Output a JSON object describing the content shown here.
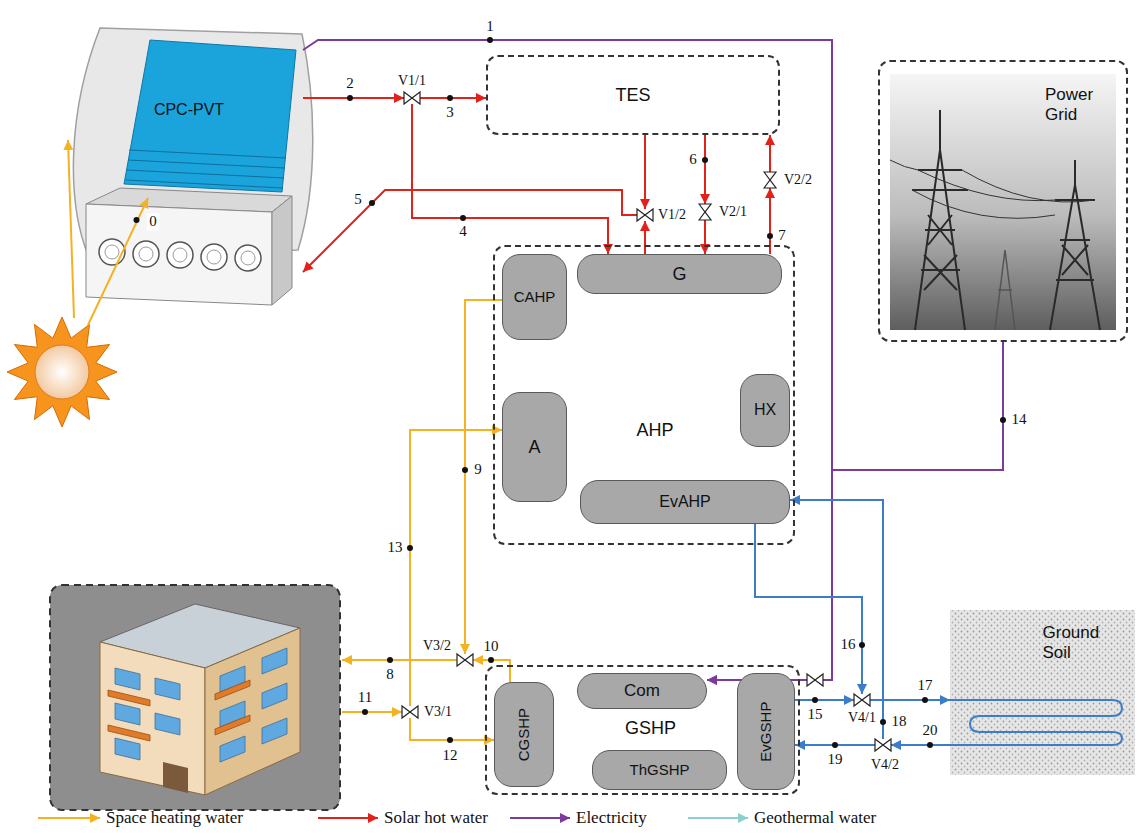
{
  "diagram": {
    "nodes": [
      {
        "text": [
          "CPC-PVT"
        ]
      },
      {
        "text": [
          "TES"
        ]
      },
      {
        "text": [
          "AHP"
        ]
      },
      {
        "text": [
          "G"
        ],
        "in": 2
      },
      {
        "text": [
          "CAHP"
        ],
        "in": 2
      },
      {
        "text": [
          "HX"
        ],
        "in": 2
      },
      {
        "text": [
          "A"
        ],
        "in": 2
      },
      {
        "text": [
          "EvAHP"
        ],
        "in": 2
      },
      {
        "text": [
          "Power Grid"
        ]
      },
      {
        "text": [
          "GSHP"
        ]
      },
      {
        "text": [
          "Com"
        ],
        "in": 9
      },
      {
        "text": [
          "CGSHP"
        ],
        "in": 9
      },
      {
        "text": [
          "EvGSHP"
        ],
        "in": 9
      },
      {
        "text": [
          "ThGSHP"
        ],
        "in": 9
      },
      {
        "text": [
          "Ground Soil"
        ]
      },
      {
        "text": [
          "V1/1"
        ]
      },
      {
        "text": [
          "V1/2"
        ]
      },
      {
        "text": [
          "V2/1"
        ]
      },
      {
        "text": [
          "V2/2"
        ]
      },
      {
        "text": [
          "V3/2"
        ]
      },
      {
        "text": [
          "V3/1"
        ]
      },
      {
        "text": [
          "V4/1"
        ]
      },
      {
        "text": [
          "V4/2"
        ]
      }
    ],
    "edges": [
      {
        "from": 0,
        "to": 15,
        "label": "2",
        "arrow": "to"
      },
      {
        "from": 15,
        "to": 1,
        "label": "3",
        "arrow": "to"
      },
      {
        "from": 15,
        "to": 3,
        "label": "4",
        "arrow": "to"
      },
      {
        "from": 1,
        "to": 16,
        "arrow": "to"
      },
      {
        "from": 3,
        "to": 16,
        "arrow": "to"
      },
      {
        "from": 16,
        "to": 0,
        "label": "5",
        "arrow": "to"
      },
      {
        "from": 1,
        "to": 17,
        "label": "6",
        "arrow": "to"
      },
      {
        "from": 17,
        "to": 3,
        "arrow": "to"
      },
      {
        "from": 3,
        "to": 18,
        "label": "7",
        "arrow": "to"
      },
      {
        "from": 18,
        "to": 1,
        "arrow": "to"
      },
      {
        "from": 4,
        "to": 19,
        "label": "9",
        "arrow": "to"
      },
      {
        "from": 11,
        "to": 19,
        "label": "10",
        "arrow": "to"
      },
      {
        "from": 20,
        "to": 6,
        "label": "13",
        "arrow": "to"
      },
      {
        "from": 20,
        "to": 11,
        "label": "12",
        "arrow": "to"
      },
      {
        "from": 0,
        "to": 10,
        "label": "1",
        "arrow": "to"
      },
      {
        "from": 8,
        "to": 10,
        "label": "14",
        "arrow": "to"
      },
      {
        "from": 7,
        "to": 21,
        "label": "16",
        "arrow": "to"
      },
      {
        "from": 12,
        "to": 21,
        "label": "15",
        "arrow": "to"
      },
      {
        "from": 21,
        "to": 14,
        "label": "17",
        "arrow": "to"
      },
      {
        "from": 14,
        "to": 22,
        "label": "20",
        "arrow": "to"
      },
      {
        "from": 22,
        "to": 7,
        "label": "18",
        "arrow": "to"
      },
      {
        "from": 22,
        "to": 12,
        "label": "19",
        "arrow": "to"
      }
    ],
    "labels": [
      "0",
      "8",
      "11"
    ],
    "legend": [
      {
        "text": "Space heating water"
      },
      {
        "text": "Solar hot water"
      },
      {
        "text": "Electricity"
      },
      {
        "text": "Geothermal water"
      }
    ]
  }
}
